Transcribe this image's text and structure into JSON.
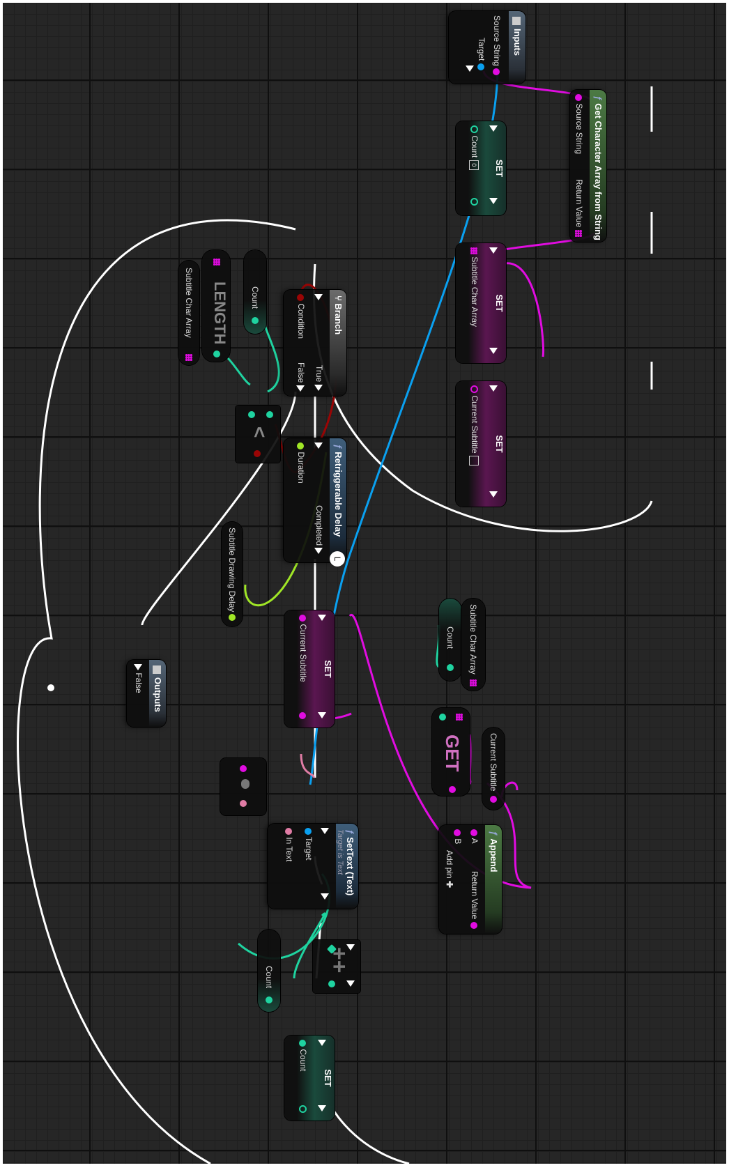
{
  "inputs": {
    "title": "Inputs",
    "pins": {
      "source_string": "Source String",
      "target": "Target"
    }
  },
  "get_char_array": {
    "title": "Get Character Array from String",
    "source_string": "Source String",
    "return_value": "Return Value"
  },
  "set_count_zero": {
    "title": "SET",
    "count_label": "Count",
    "count_value": "0"
  },
  "set_char_array": {
    "title": "SET",
    "label": "Subtitle Char Array"
  },
  "set_current_subtitle_empty": {
    "title": "SET",
    "label": "Current Subtitle"
  },
  "branch": {
    "title": "Branch",
    "condition": "Condition",
    "true_label": "True",
    "false_label": "False"
  },
  "retrig_delay": {
    "title": "Retriggerable Delay",
    "duration": "Duration",
    "completed": "Completed"
  },
  "var_subtitle_char_array_1": "Subtitle Char Array",
  "length_node": "LENGTH",
  "var_count_1": "Count",
  "compare_op": "<",
  "var_subtitle_drawing_delay": "Subtitle Drawing Delay",
  "outputs": {
    "title": "Outputs",
    "false_label": "False"
  },
  "set_current_subtitle": {
    "title": "SET",
    "label": "Current Subtitle"
  },
  "var_count_2": "Count",
  "var_subtitle_char_array_2": "Subtitle Char Array",
  "get_node": "GET",
  "var_current_subtitle": "Current Subtitle",
  "append": {
    "title": "Append",
    "a": "A",
    "b": "B",
    "return_value": "Return Value",
    "add_pin": "Add pin"
  },
  "set_text": {
    "title": "SetText (Text)",
    "subtitle": "Target is Text",
    "target": "Target",
    "in_text": "In Text"
  },
  "var_count_3": "Count",
  "increment_op": "++",
  "set_count_final": {
    "title": "SET",
    "count_label": "Count"
  },
  "colors": {
    "exec": "#ffffff",
    "string": "#e10ce1",
    "text": "#e07ca5",
    "int": "#1fd3a0",
    "bool": "#9a0505",
    "float": "#a0e626",
    "object": "#0aa0f0"
  }
}
